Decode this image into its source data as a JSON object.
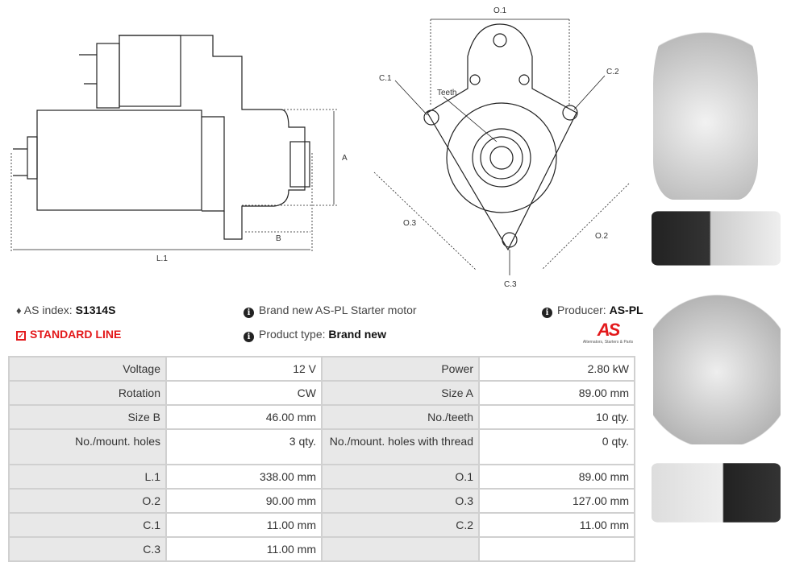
{
  "header": {
    "as_index_label": "AS index:",
    "as_index_value": "S1314S",
    "line_label": "STANDARD LINE",
    "description": "Brand new AS-PL Starter motor",
    "product_type_label": "Product type:",
    "product_type_value": "Brand new",
    "producer_label": "Producer:",
    "producer_value": "AS-PL",
    "logo_text": "AS",
    "logo_tagline": "Alternators, Starters & Parts"
  },
  "diagram": {
    "side_labels": {
      "a": "A",
      "b": "B",
      "l1": "L.1"
    },
    "front_labels": {
      "o1": "O.1",
      "o2": "O.2",
      "o3": "O.3",
      "c1": "C.1",
      "c2": "C.2",
      "c3": "C.3",
      "teeth": "Teeth"
    }
  },
  "specs": [
    [
      {
        "label": "Voltage",
        "value": "12 V"
      },
      {
        "label": "Power",
        "value": "2.80 kW"
      }
    ],
    [
      {
        "label": "Rotation",
        "value": "CW"
      },
      {
        "label": "Size A",
        "value": "89.00 mm"
      }
    ],
    [
      {
        "label": "Size B",
        "value": "46.00 mm"
      },
      {
        "label": "No./teeth",
        "value": "10 qty."
      }
    ],
    [
      {
        "label": "No./mount. holes",
        "value": "3 qty."
      },
      {
        "label": "No./mount. holes with thread",
        "value": "0 qty."
      }
    ],
    [
      {
        "label": "L.1",
        "value": "338.00 mm"
      },
      {
        "label": "O.1",
        "value": "89.00 mm"
      }
    ],
    [
      {
        "label": "O.2",
        "value": "90.00 mm"
      },
      {
        "label": "O.3",
        "value": "127.00 mm"
      }
    ],
    [
      {
        "label": "C.1",
        "value": "11.00 mm"
      },
      {
        "label": "C.2",
        "value": "11.00 mm"
      }
    ],
    [
      {
        "label": "C.3",
        "value": "11.00 mm"
      },
      {
        "label": "",
        "value": ""
      }
    ]
  ],
  "colors": {
    "accent": "#e3191b",
    "cell_label_bg": "#e8e8e8",
    "border": "#d0d0d0"
  }
}
